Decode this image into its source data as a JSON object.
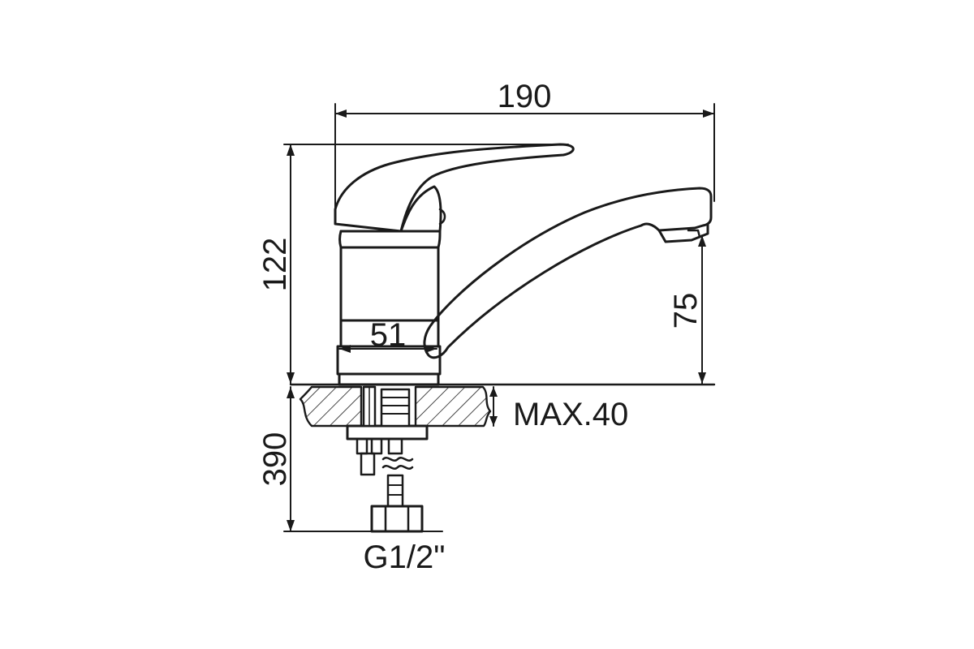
{
  "drawing": {
    "dimensions": {
      "overall_width": "190",
      "height_above_counter": "122",
      "spout_height": "75",
      "body_diameter": "51",
      "counter_thickness": "MAX.40",
      "hose_length": "390",
      "connection_thread": "G1/2\""
    },
    "stroke_color": "#1a1a1a"
  }
}
